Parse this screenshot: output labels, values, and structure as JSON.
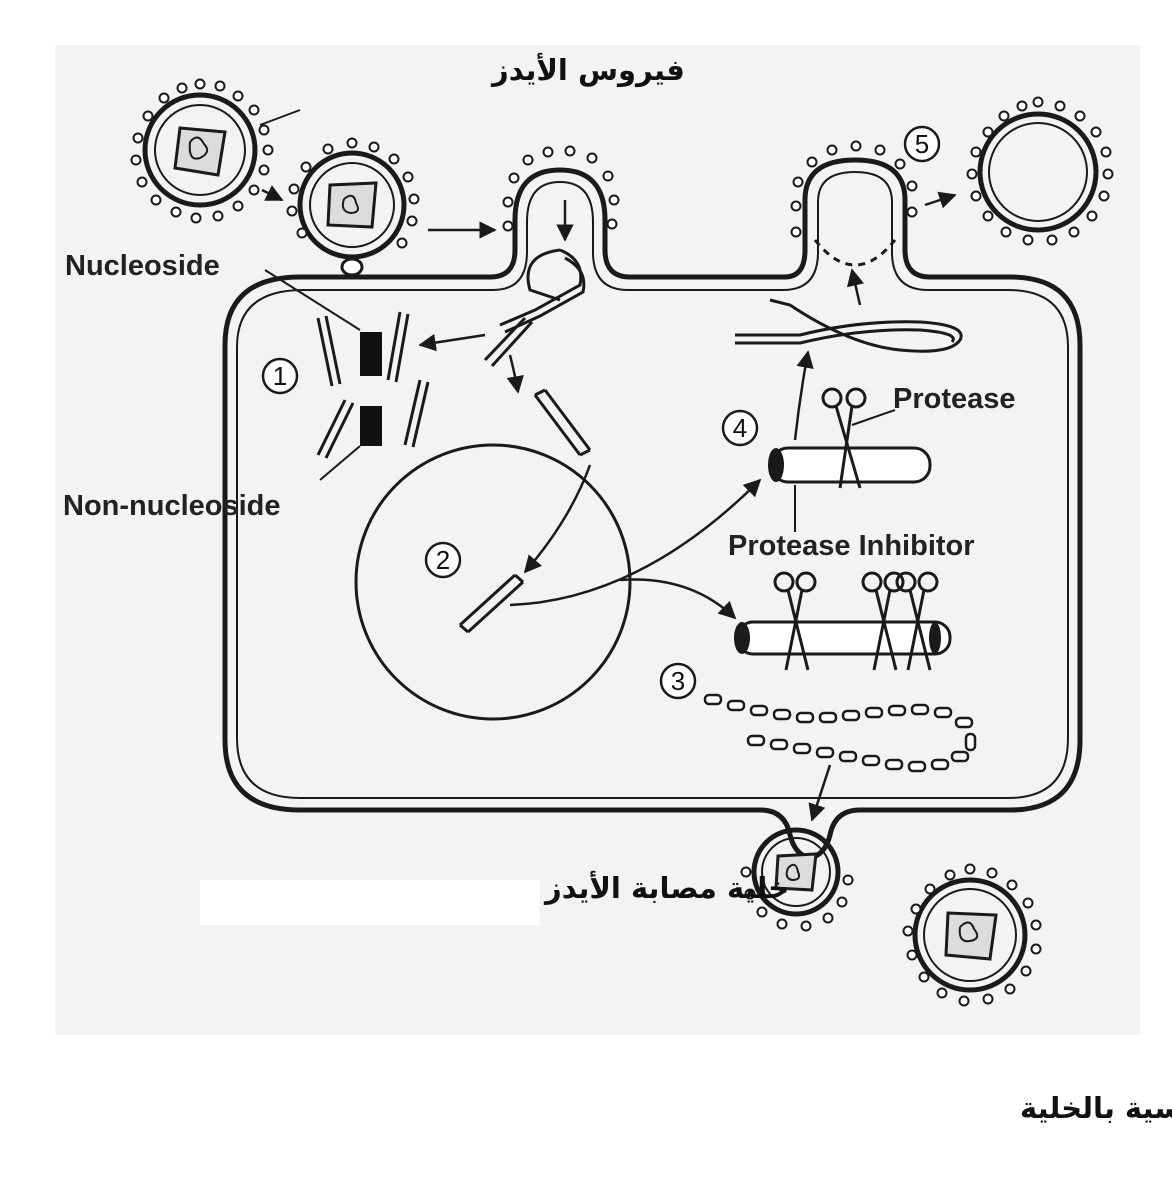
{
  "labels": {
    "virus_title": "فيروس الأيدز",
    "nucleoside": "Nucleoside",
    "non_nucleoside": "Non-nucleoside",
    "protease": "Protease",
    "protease_inhibitor": "Protease Inhibitor",
    "infected_cell": "خلية مصابة الأيدز",
    "caption": "العلاج الحالي الناجح يضرب ثلاث عوامل فيروسية بالخلية"
  },
  "steps": [
    "1",
    "2",
    "3",
    "4",
    "5"
  ],
  "colors": {
    "ink": "#1a1a1a",
    "paper": "#ffffff",
    "background_panel": "#f2f2f2"
  }
}
